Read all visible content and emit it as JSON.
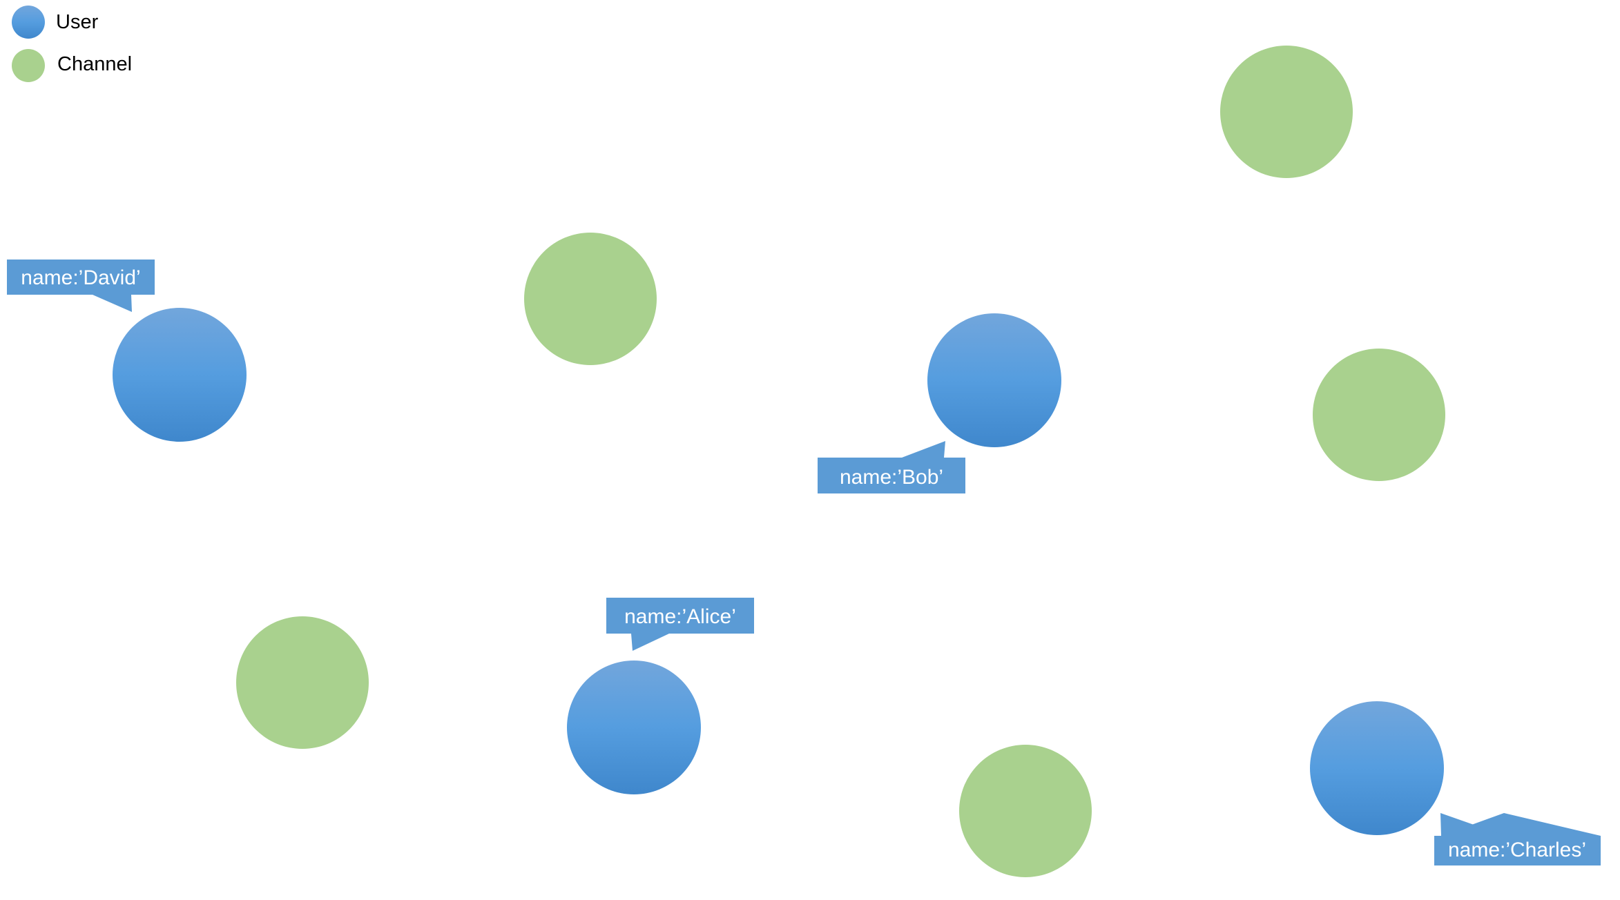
{
  "legend": [
    {
      "label": "User",
      "kind": "user"
    },
    {
      "label": "Channel",
      "kind": "channel"
    }
  ],
  "colors": {
    "user_top": "#72a6dc",
    "user_mid": "#559ddf",
    "user_bottom": "#3f87cc",
    "channel": "#a9d18e",
    "callout": "#5b9bd5",
    "callout_text": "#ffffff"
  },
  "nodes": [
    {
      "kind": "user",
      "name": "David"
    },
    {
      "kind": "user",
      "name": "Bob"
    },
    {
      "kind": "user",
      "name": "Alice"
    },
    {
      "kind": "user",
      "name": "Charles"
    },
    {
      "kind": "channel"
    },
    {
      "kind": "channel"
    },
    {
      "kind": "channel"
    },
    {
      "kind": "channel"
    },
    {
      "kind": "channel"
    }
  ],
  "callouts": [
    {
      "text": "name:’David’"
    },
    {
      "text": "name:’Bob’"
    },
    {
      "text": "name:’Alice’"
    },
    {
      "text": "name:’Charles’"
    }
  ]
}
